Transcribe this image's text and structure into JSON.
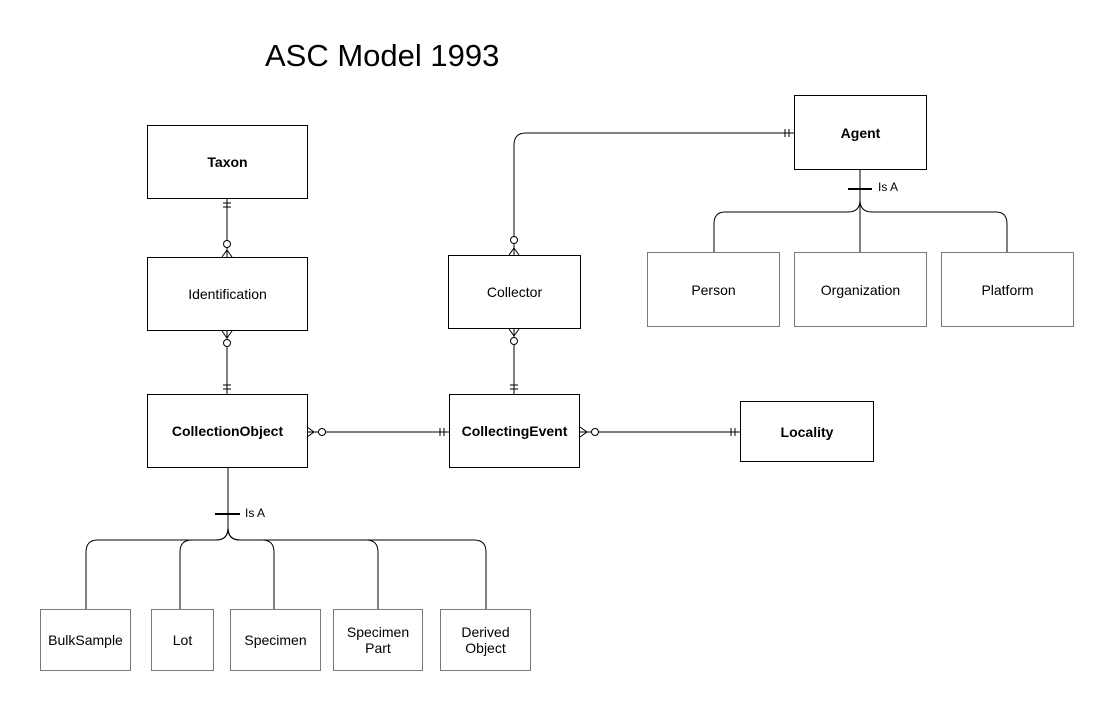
{
  "title": "ASC Model 1993",
  "entities": {
    "taxon": "Taxon",
    "identification": "Identification",
    "collection_object": "CollectionObject",
    "collecting_event": "CollectingEvent",
    "locality": "Locality",
    "collector": "Collector",
    "agent": "Agent",
    "person": "Person",
    "organization": "Organization",
    "platform": "Platform",
    "bulk_sample": "BulkSample",
    "lot": "Lot",
    "specimen": "Specimen",
    "specimen_part": "Specimen\nPart",
    "derived_object": "Derived\nObject"
  },
  "relations": {
    "agent_isa": "Is A",
    "collection_object_isa": "Is A"
  }
}
